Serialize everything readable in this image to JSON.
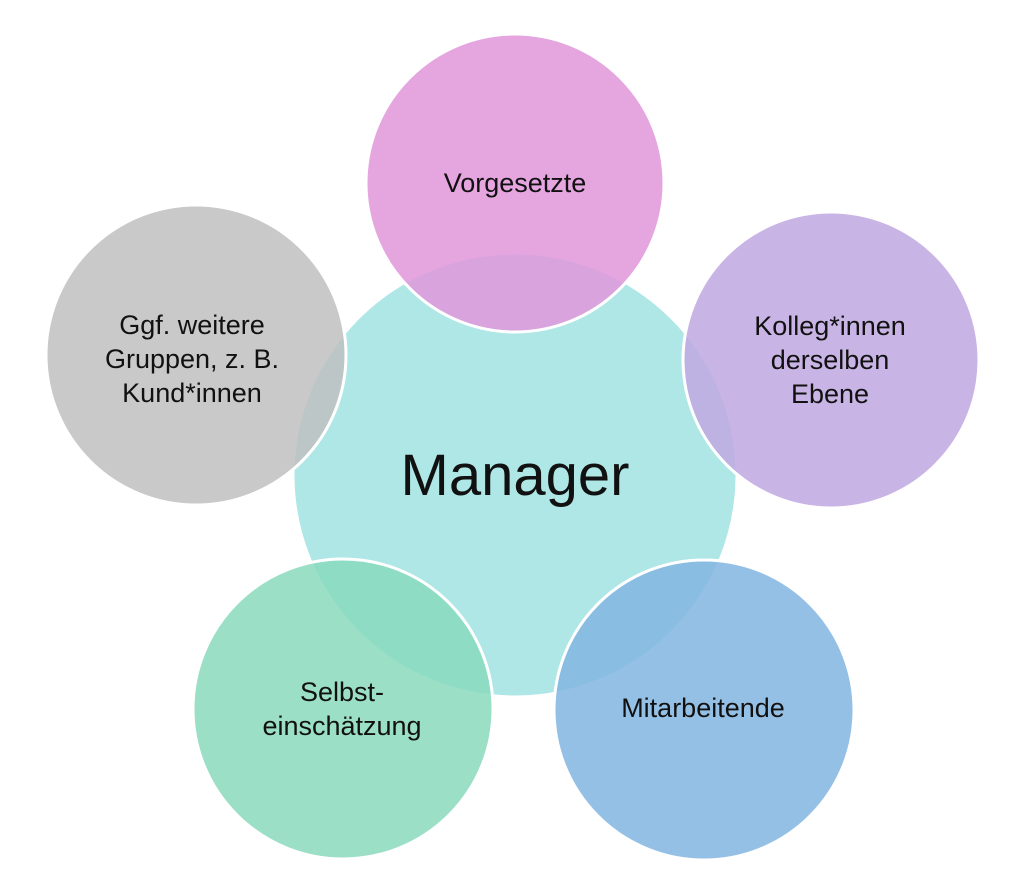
{
  "center": {
    "label": "Manager",
    "color": "#a0e3e2"
  },
  "nodes": [
    {
      "id": "vorgesetzte",
      "lines": [
        "Vorgesetzte"
      ],
      "color": "#e197da"
    },
    {
      "id": "kollegen",
      "lines": [
        "Kolleg*innen",
        "derselben",
        "Ebene"
      ],
      "color": "#c0a8e1"
    },
    {
      "id": "mitarbeitende",
      "lines": [
        "Mitarbeitende"
      ],
      "color": "#82b5e1"
    },
    {
      "id": "selbst",
      "lines": [
        "Selbst-",
        "einschätzung"
      ],
      "color": "#8ad9bd"
    },
    {
      "id": "weitere",
      "lines": [
        "Ggf. weitere",
        "Gruppen, z. B.",
        "Kund*innen"
      ],
      "color": "#bfbfbf"
    }
  ]
}
